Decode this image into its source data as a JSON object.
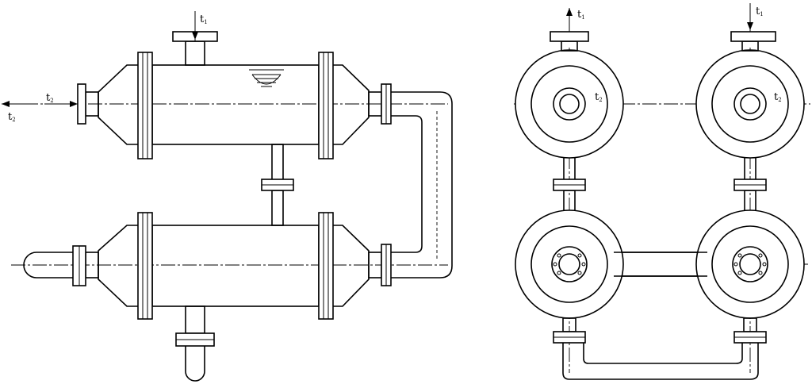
{
  "labels": {
    "side_t1_in": "t",
    "side_t1_in_sub": "1",
    "side_t2_in": "t",
    "side_t2_in_sub": "2",
    "side_t2_out": "t",
    "side_t2_out_sub": "2",
    "right_t1_out": "t",
    "right_t1_out_sub": "1",
    "right_t1_in": "t",
    "right_t1_in_sub": "1",
    "right_t2_a": "t",
    "right_t2_a_sub": "2",
    "right_t2_b": "t",
    "right_t2_b_sub": "2"
  }
}
